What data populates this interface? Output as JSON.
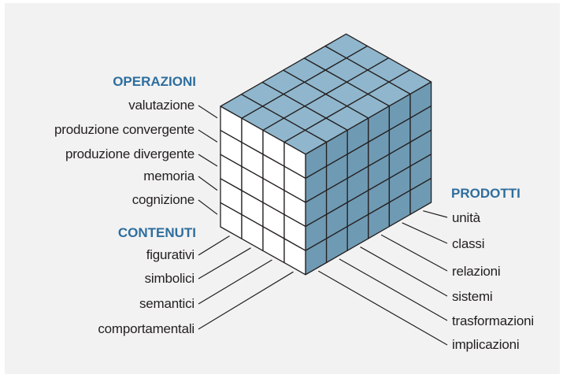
{
  "operazioni": {
    "title": "OPERAZIONI",
    "items": [
      "valutazione",
      "produzione convergente",
      "produzione divergente",
      "memoria",
      "cognizione"
    ]
  },
  "contenuti": {
    "title": "CONTENUTI",
    "items": [
      "figurativi",
      "simbolici",
      "semantici",
      "comportamentali"
    ]
  },
  "prodotti": {
    "title": "PRODOTTI",
    "items": [
      "unità",
      "classi",
      "relazioni",
      "sistemi",
      "trasformazioni",
      "implicazioni"
    ]
  },
  "colors": {
    "top_face": "#8fb6cc",
    "side_face": "#6f9ab3",
    "front_face": "#ffffff",
    "heading": "#2e6e9e",
    "background": "#f2f2f2"
  }
}
